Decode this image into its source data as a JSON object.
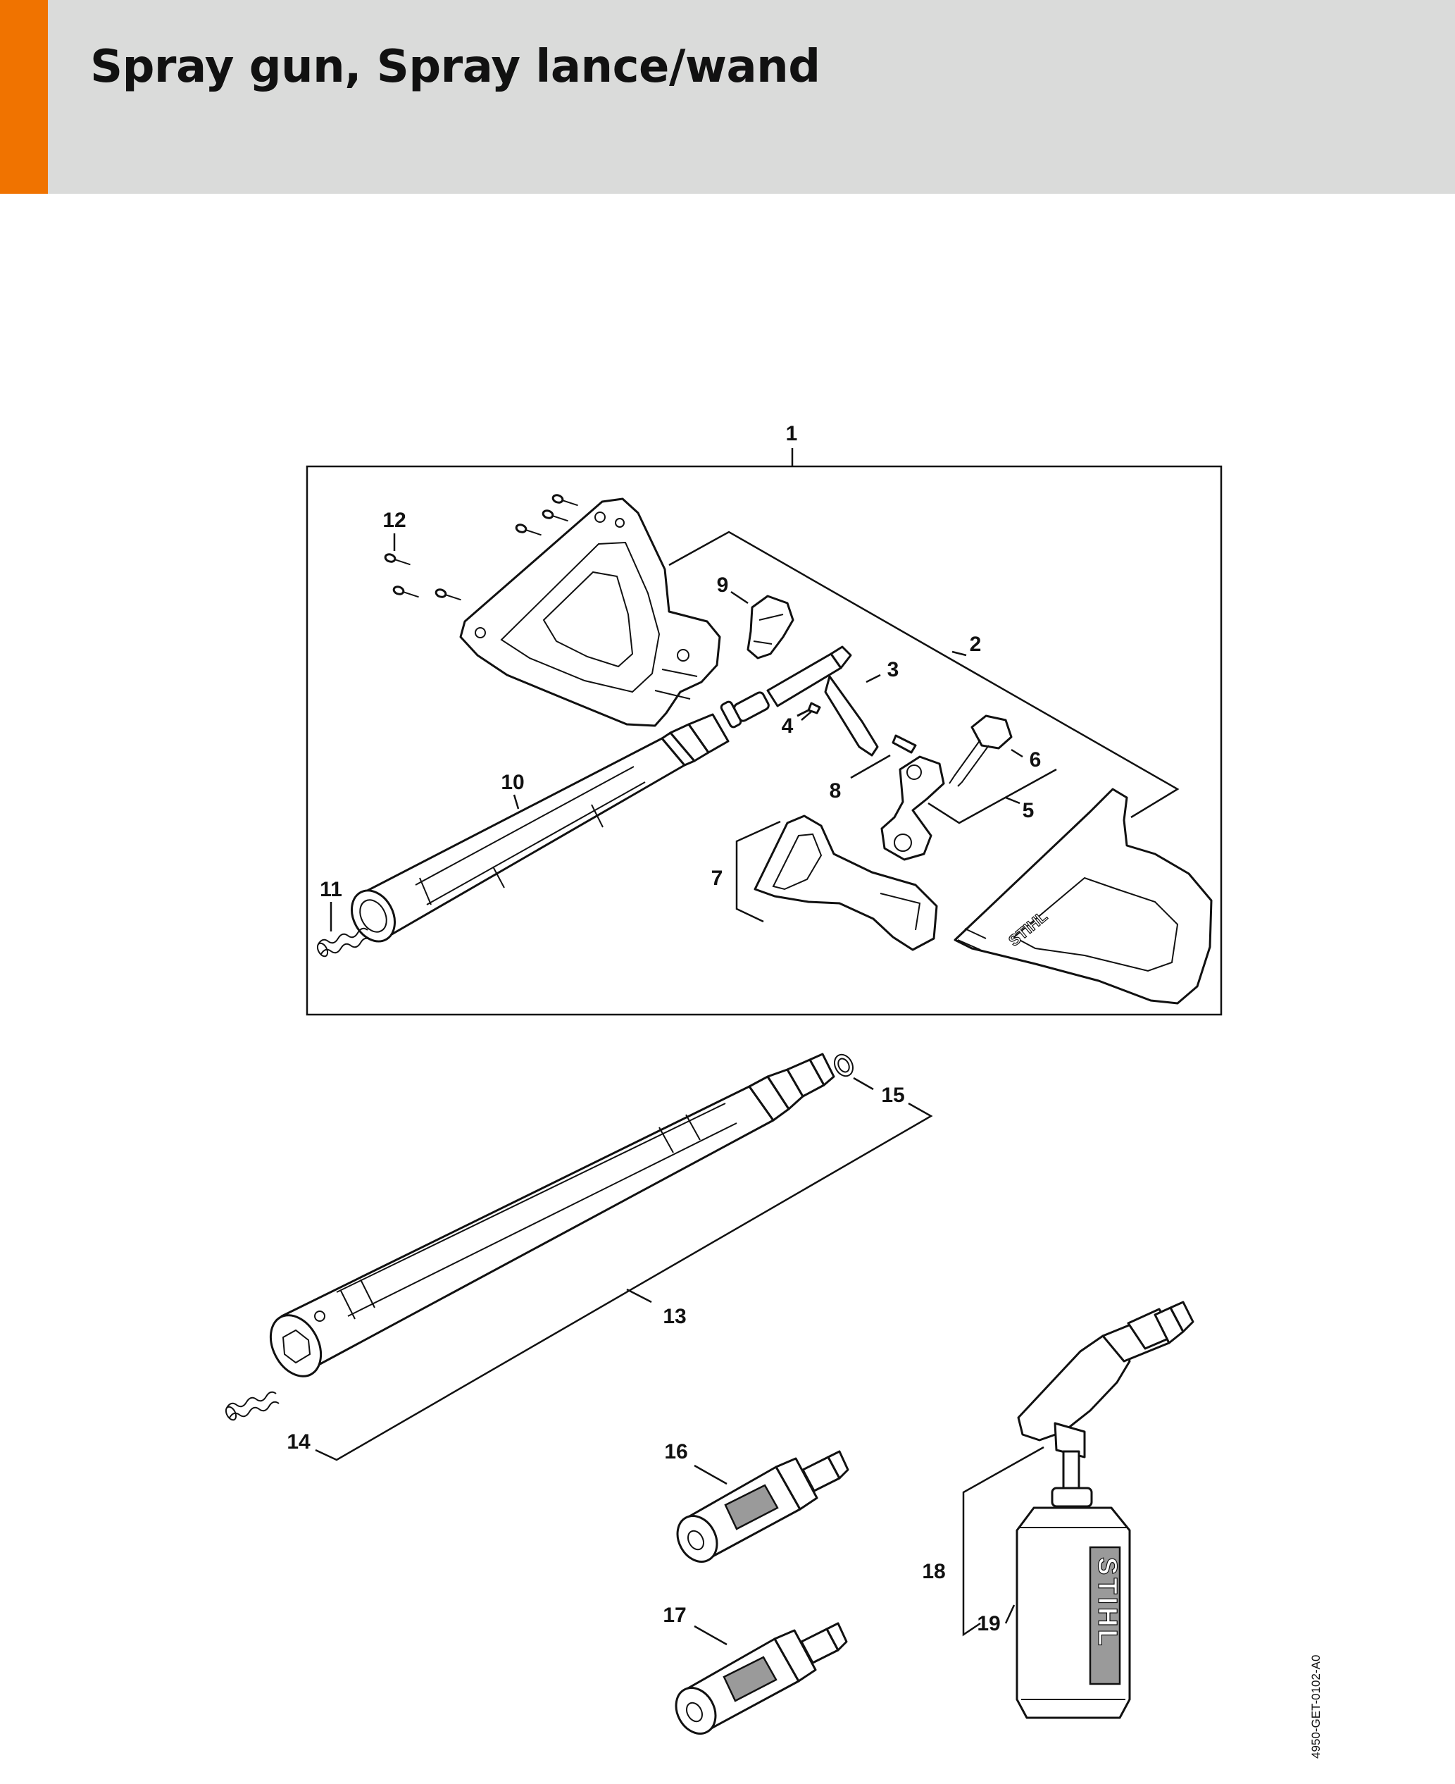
{
  "header": {
    "title": "Spray gun, Spray lance/wand",
    "accent_color": "#f07300",
    "band_color": "#dadbda"
  },
  "callouts": {
    "c1": "1",
    "c2": "2",
    "c3": "3",
    "c4": "4",
    "c5": "5",
    "c6": "6",
    "c7": "7",
    "c8": "8",
    "c9": "9",
    "c10": "10",
    "c11": "11",
    "c12": "12",
    "c13": "13",
    "c14": "14",
    "c15": "15",
    "c16": "16",
    "c17": "17",
    "c18": "18",
    "c19": "19"
  },
  "brand_marks": {
    "gun_label": "STIHL",
    "bottle_label": "STIHL"
  },
  "document_code": "4950-GET-0102-A0"
}
